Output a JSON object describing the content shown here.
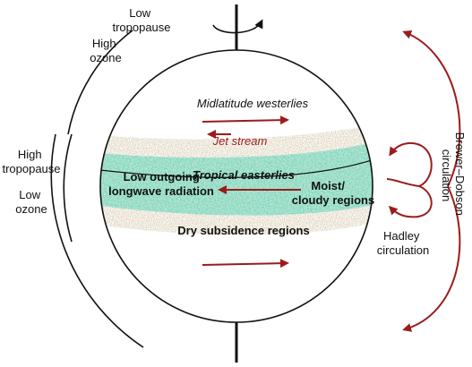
{
  "colors": {
    "arrow_red": "#9b1c1c",
    "moist_green": "#1f9e73",
    "dust_brown": "#8a6a3a",
    "outline": "#111111"
  },
  "labels": {
    "low_tropopause": [
      "Low",
      "tropopause"
    ],
    "high_ozone": [
      "High",
      "ozone"
    ],
    "high_tropopause": [
      "High",
      "tropopause"
    ],
    "low_ozone": [
      "Low",
      "ozone"
    ],
    "midlatitude_westerlies": "Midlatitude westerlies",
    "jet_stream": "Jet stream",
    "tropical_easterlies": "Tropical easterlies",
    "low_outgoing_longwave": [
      "Low outgoing",
      "longwave radiation"
    ],
    "moist_cloudy": [
      "Moist/",
      "cloudy regions"
    ],
    "dry_subsidence": "Dry subsidence regions",
    "hadley_circulation": [
      "Hadley",
      "circulation"
    ],
    "brewer_dobson": [
      "Brewer–Dobson",
      "circulation"
    ]
  },
  "icons": [
    "rotation-arrow-icon"
  ]
}
